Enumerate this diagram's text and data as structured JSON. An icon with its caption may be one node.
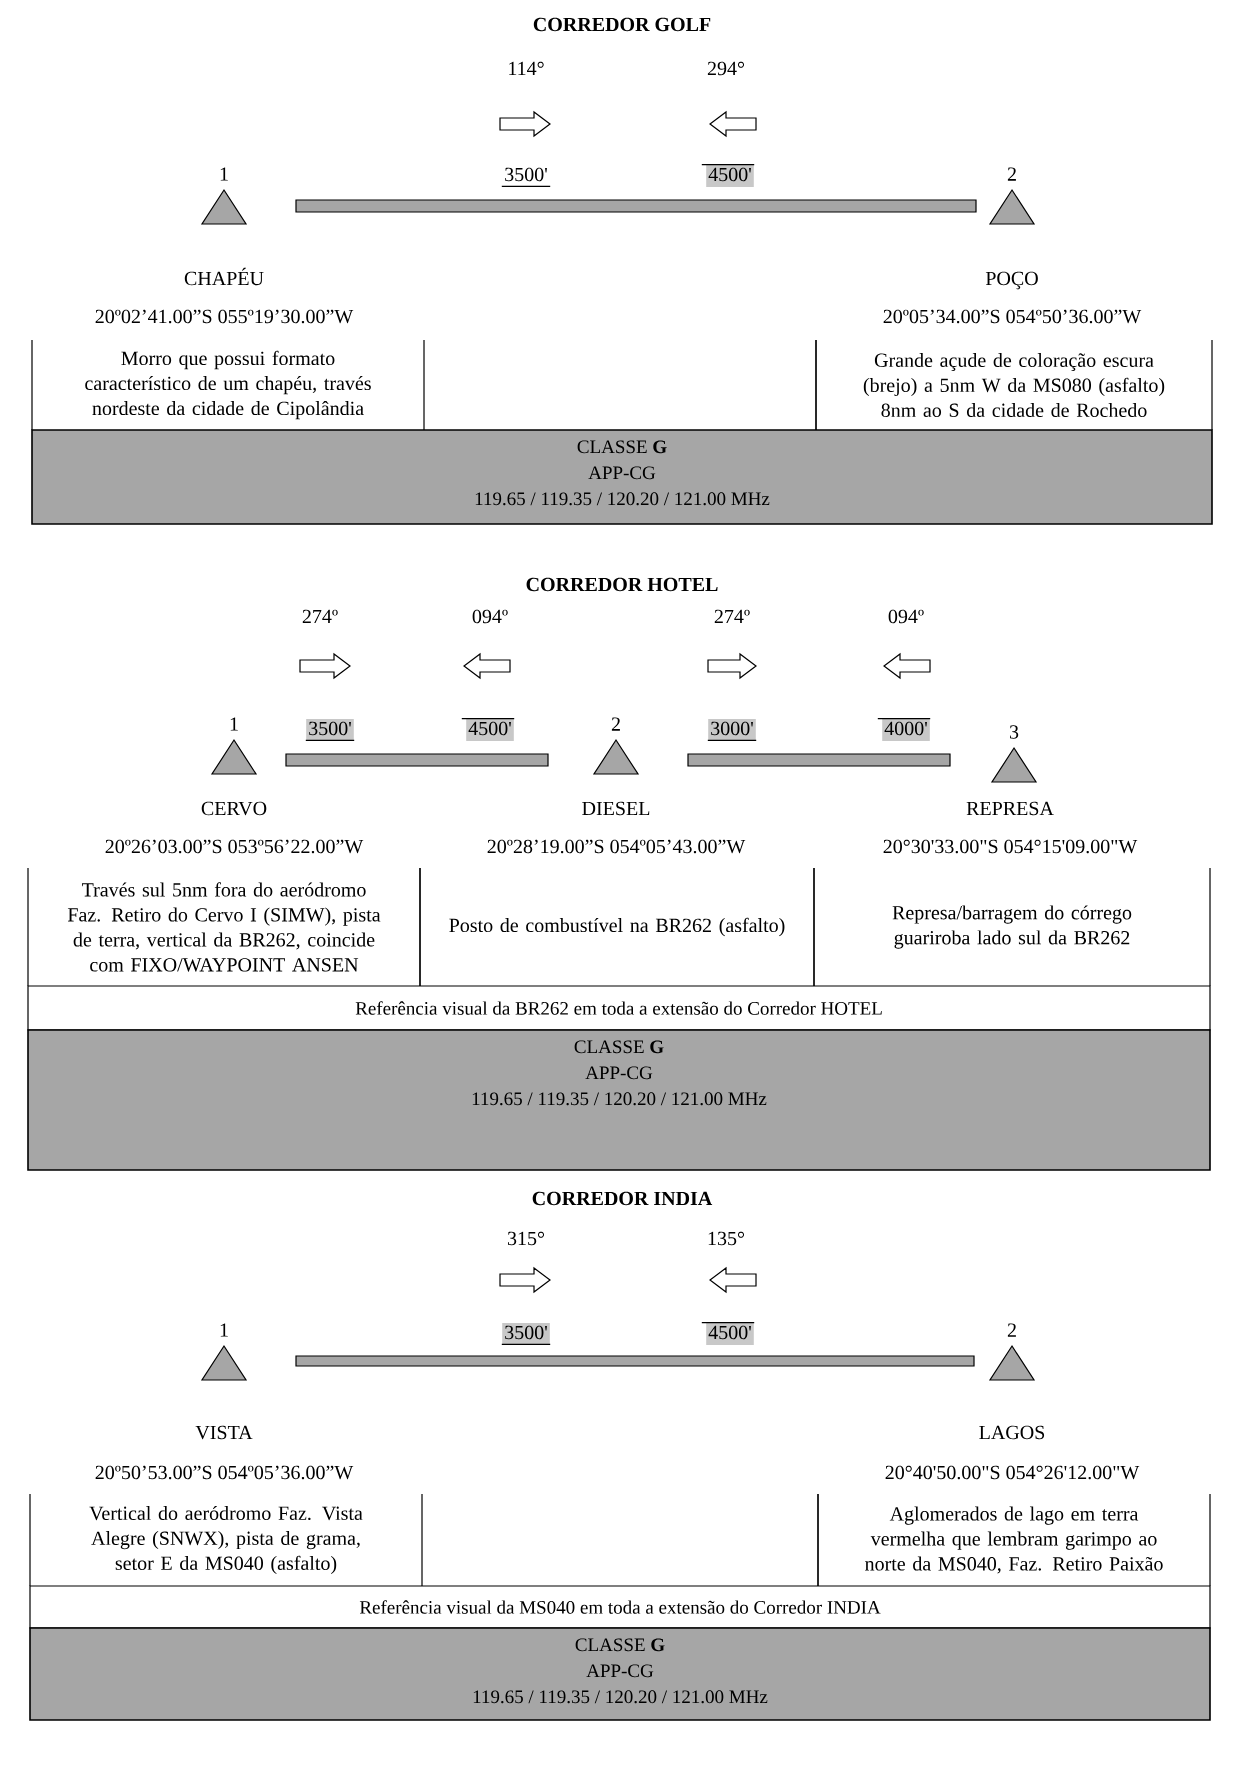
{
  "diagram": {
    "nodes": [
      {
        "text": [
          "1"
        ]
      },
      {
        "text": [],
        "shape": "bar"
      },
      {
        "text": [
          "2"
        ]
      },
      {
        "text": [
          "Morro que possui formato característico de um chapéu, través nordeste da cidade de Cipolândia"
        ]
      },
      {
        "text": [
          "Grande açude de coloração escura (brejo) a 5nm W da MS080 (asfalto) 8nm ao S da cidade de Rochedo"
        ]
      },
      {
        "text": [
          "CLASSE **G**",
          "APP-CG",
          "119.65 / 119.35 / 120.20 / 121.00 MHz"
        ]
      },
      {
        "text": [
          "1"
        ]
      },
      {
        "text": [],
        "shape": "bar"
      },
      {
        "text": [
          "2"
        ]
      },
      {
        "text": [],
        "shape": "bar"
      },
      {
        "text": [
          "3"
        ]
      },
      {
        "text": [
          "Través sul 5nm fora do aeródromo Faz. Retiro do Cervo I (SIMW), pista de terra, vertical da BR262, coincide com FIXO/WAYPOINT ANSEN"
        ]
      },
      {
        "text": [
          "Posto de combustível na BR262 (asfalto)"
        ]
      },
      {
        "text": [
          "Represa/barragem do córrego guariroba lado sul da BR262"
        ]
      },
      {
        "text": [
          "Referência visual da BR262 em toda a extensão do Corredor HOTEL"
        ]
      },
      {
        "text": [
          "CLASSE **G**",
          "APP-CG",
          "119.65 / 119.35 / 120.20 / 121.00 MHz"
        ]
      },
      {
        "text": [
          "1"
        ]
      },
      {
        "text": [],
        "shape": "bar"
      },
      {
        "text": [
          "2"
        ]
      },
      {
        "text": [
          "Vertical do aeródromo Faz. Vista Alegre (SNWX), pista de grama, setor E da MS040 (asfalto)"
        ]
      },
      {
        "text": [
          "Aglomerados de lago em terra vermelha que lembram garimpo ao norte da MS040, Faz. Retiro Paixão"
        ]
      },
      {
        "text": [
          "Referência visual da MS040 em toda a extensão do Corredor INDIA"
        ]
      },
      {
        "text": [
          "CLASSE **G**",
          "APP-CG",
          "119.65 / 119.35 / 120.20 / 121.00 MHz"
        ]
      }
    ],
    "labels": [
      "CORREDOR GOLF",
      "114°",
      "294°",
      "3500'",
      "4500'",
      "CHAPÉU",
      "POÇO",
      "20º02’41.00”S 055º19’30.00”W",
      "20º05’34.00”S 054º50’36.00”W",
      "CORREDOR HOTEL",
      "274º",
      "094º",
      "274º",
      "094º",
      "3500'",
      "4500'",
      "3000'",
      "4000'",
      "CERVO",
      "DIESEL",
      "REPRESA",
      "20º26’03.00”S 053º56’22.00”W",
      "20º28’19.00”S 054º05’43.00”W",
      "20°30'33.00\"S 054°15'09.00\"W",
      "CORREDOR INDIA",
      "315°",
      "135°",
      "3500'",
      "4500'",
      "VISTA",
      "LAGOS",
      "20º50’53.00”S 054º05’36.00”W",
      "20°40'50.00\"S 054°26'12.00\"W"
    ]
  }
}
